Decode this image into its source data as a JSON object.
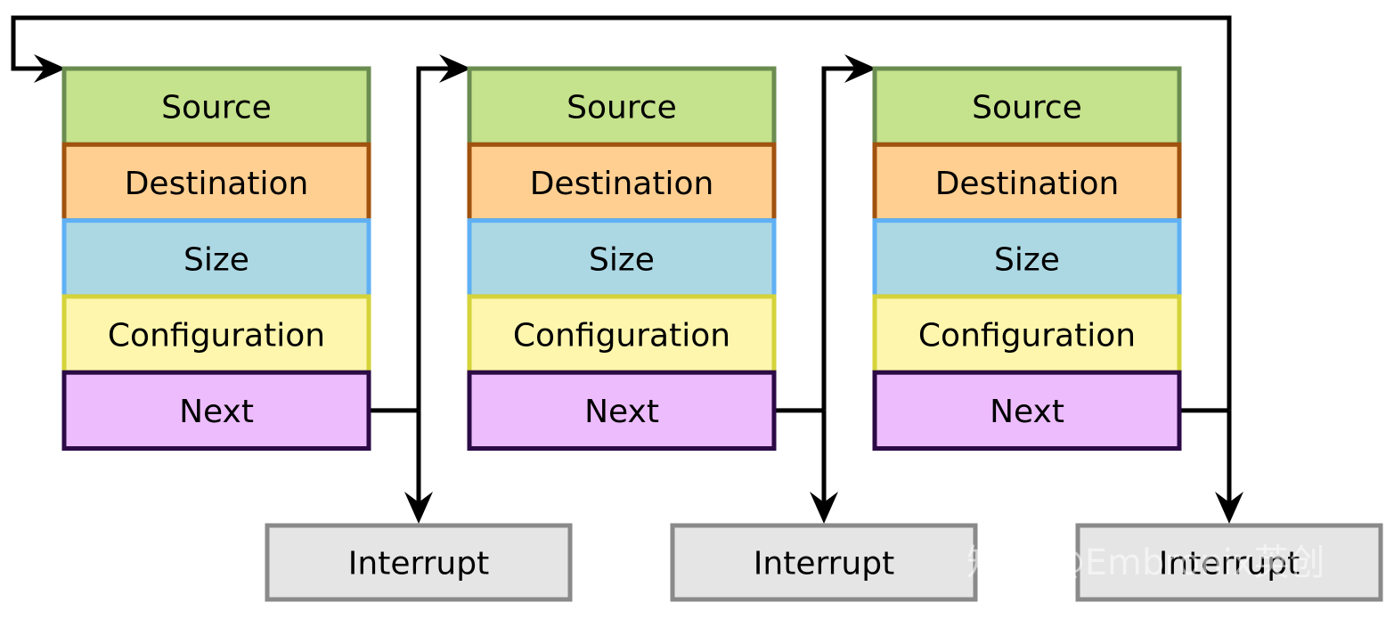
{
  "descriptors": [
    {
      "fields": [
        {
          "key": "source",
          "label": "Source"
        },
        {
          "key": "destination",
          "label": "Destination"
        },
        {
          "key": "size",
          "label": "Size"
        },
        {
          "key": "configuration",
          "label": "Configuration"
        },
        {
          "key": "next",
          "label": "Next"
        }
      ],
      "interrupt_label": "Interrupt"
    },
    {
      "fields": [
        {
          "key": "source",
          "label": "Source"
        },
        {
          "key": "destination",
          "label": "Destination"
        },
        {
          "key": "size",
          "label": "Size"
        },
        {
          "key": "configuration",
          "label": "Configuration"
        },
        {
          "key": "next",
          "label": "Next"
        }
      ],
      "interrupt_label": "Interrupt"
    },
    {
      "fields": [
        {
          "key": "source",
          "label": "Source"
        },
        {
          "key": "destination",
          "label": "Destination"
        },
        {
          "key": "size",
          "label": "Size"
        },
        {
          "key": "configuration",
          "label": "Configuration"
        },
        {
          "key": "next",
          "label": "Next"
        }
      ],
      "interrupt_label": "Interrupt"
    }
  ],
  "colors": {
    "source": {
      "fill": "#c5e28c",
      "stroke": "#6a8c50"
    },
    "destination": {
      "fill": "#fecf91",
      "stroke": "#a0520e"
    },
    "size": {
      "fill": "#acd8e4",
      "stroke": "#5fb0f4"
    },
    "configuration": {
      "fill": "#fdf6ac",
      "stroke": "#d4d33a"
    },
    "next": {
      "fill": "#edbcfd",
      "stroke": "#2c0a46"
    },
    "interrupt": {
      "fill": "#e5e5e5",
      "stroke": "#8a8a8a"
    },
    "arrow": "#000000"
  },
  "watermark": "知乎 @Embronix英创"
}
